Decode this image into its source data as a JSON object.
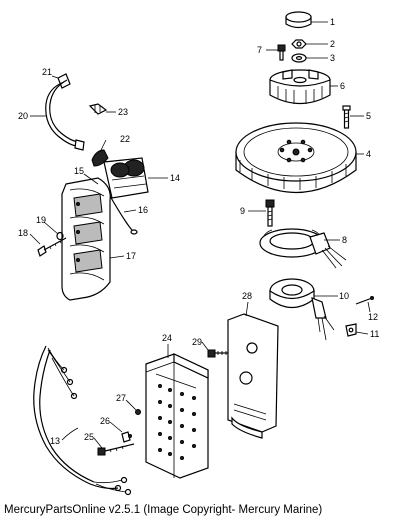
{
  "callouts": {
    "c1": "1",
    "c2": "2",
    "c3": "3",
    "c4": "4",
    "c5": "5",
    "c6": "6",
    "c7": "7",
    "c8": "8",
    "c9": "9",
    "c10": "10",
    "c11": "11",
    "c12": "12",
    "c13": "13",
    "c14": "14",
    "c15": "15",
    "c16": "16",
    "c17": "17",
    "c18": "18",
    "c19": "19",
    "c20": "20",
    "c21": "21",
    "c22": "22",
    "c23": "23",
    "c24": "24",
    "c25": "25",
    "c26": "26",
    "c27": "27",
    "c28": "28",
    "c29": "29"
  },
  "footer": {
    "text": "MercuryPartsOnline v2.5.1 (Image Copyright- Mercury Marine)"
  }
}
